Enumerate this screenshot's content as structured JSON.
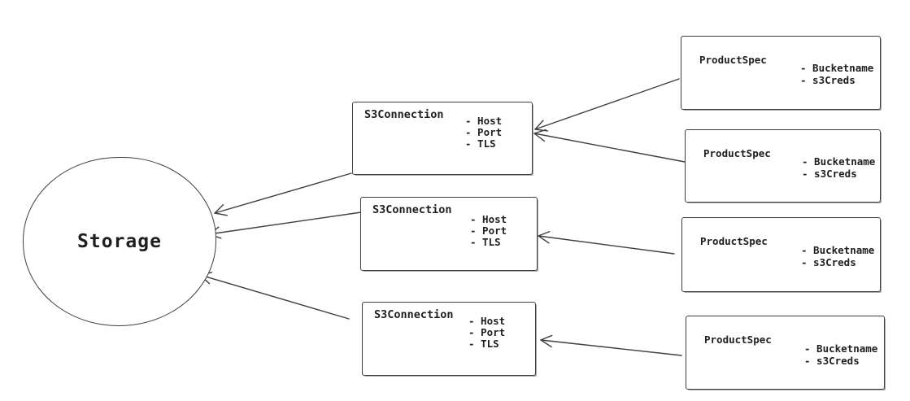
{
  "colors": {
    "stroke": "#3f3f3f",
    "text": "#1f1f1f",
    "background": "#ffffff"
  },
  "storage_node": {
    "label": "Storage"
  },
  "s3_connection_nodes": [
    {
      "title": "S3Connection",
      "attributes": [
        "- Host",
        "- Port",
        "- TLS"
      ]
    },
    {
      "title": "S3Connection",
      "attributes": [
        "- Host",
        "- Port",
        "- TLS"
      ]
    },
    {
      "title": "S3Connection",
      "attributes": [
        "- Host",
        "- Port",
        "- TLS"
      ]
    }
  ],
  "product_spec_nodes": [
    {
      "title": "ProductSpec",
      "attributes": [
        "- Bucketname",
        "- s3Creds"
      ]
    },
    {
      "title": "ProductSpec",
      "attributes": [
        "- Bucketname",
        "- s3Creds"
      ]
    },
    {
      "title": "ProductSpec",
      "attributes": [
        "- Bucketname",
        "- s3Creds"
      ]
    },
    {
      "title": "ProductSpec",
      "attributes": [
        "- Bucketname",
        "- s3Creds"
      ]
    }
  ],
  "edges": [
    {
      "from": "product-spec-1",
      "to": "s3-connection-1"
    },
    {
      "from": "product-spec-2",
      "to": "s3-connection-1"
    },
    {
      "from": "product-spec-3",
      "to": "s3-connection-2"
    },
    {
      "from": "product-spec-4",
      "to": "s3-connection-3"
    },
    {
      "from": "s3-connection-1",
      "to": "storage"
    },
    {
      "from": "s3-connection-2",
      "to": "storage"
    },
    {
      "from": "s3-connection-3",
      "to": "storage"
    }
  ]
}
